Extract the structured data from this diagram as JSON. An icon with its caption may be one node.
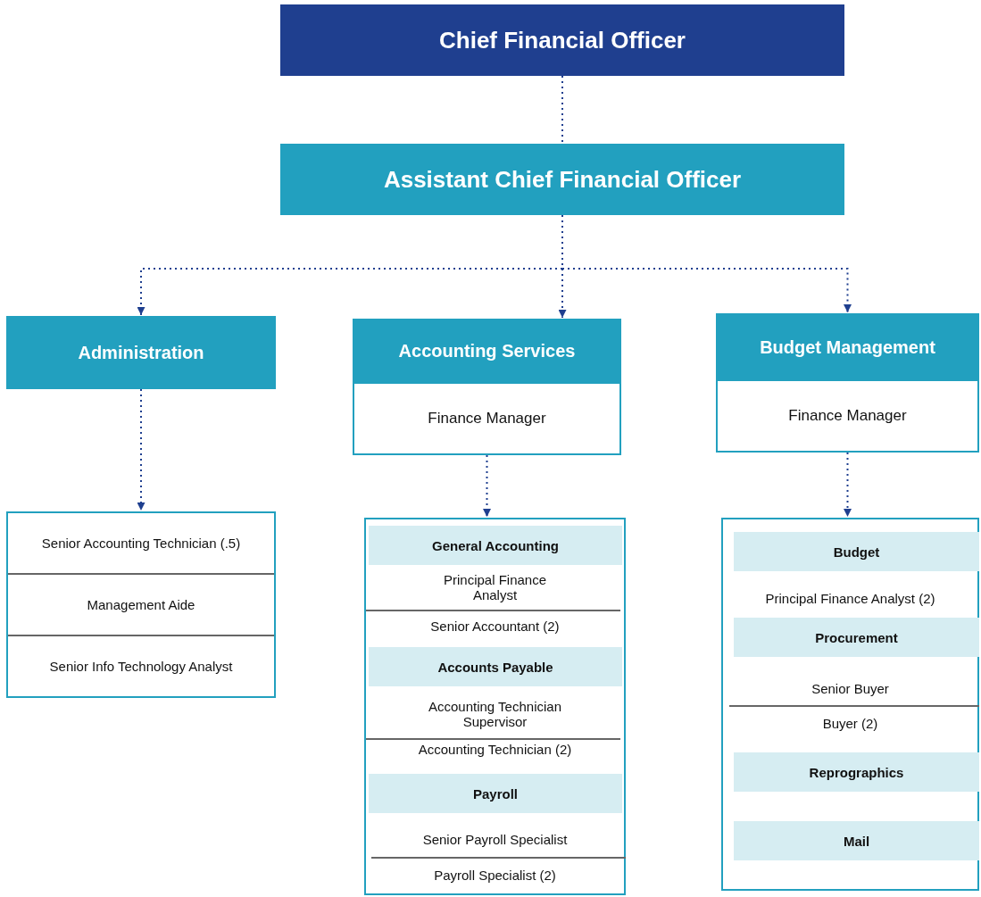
{
  "diagram": {
    "nodes": [
      {
        "text": [
          "Chief Financial Officer"
        ]
      },
      {
        "text": [
          "Assistant Chief Financial Officer"
        ]
      },
      {
        "text": [
          "Administration"
        ]
      },
      {
        "text": [
          "Accounting Services",
          "Finance Manager"
        ]
      },
      {
        "text": [
          "Budget Management",
          "Finance Manager"
        ]
      },
      {
        "text": [
          "Senior Accounting Technician (.5)",
          "Management Aide",
          "Senior Info Technology Analyst"
        ]
      },
      {
        "text": [],
        "shape": "box"
      },
      {
        "text": [
          "General Accounting"
        ],
        "in": 6
      },
      {
        "text": [
          "Accounts Payable"
        ],
        "in": 6
      },
      {
        "text": [
          "Payroll"
        ],
        "in": 6
      },
      {
        "text": [],
        "shape": "box"
      },
      {
        "text": [
          "Budget"
        ],
        "in": 10
      },
      {
        "text": [
          "Procurement"
        ],
        "in": 10
      },
      {
        "text": [
          "Reprographics"
        ],
        "in": 10
      },
      {
        "text": [
          "Mail"
        ],
        "in": 10
      }
    ],
    "edges": [
      {
        "from": 0,
        "to": 1,
        "arrow": "none"
      },
      {
        "from": 1,
        "to": 2,
        "arrow": "to"
      },
      {
        "from": 1,
        "to": 3,
        "arrow": "to"
      },
      {
        "from": 1,
        "to": 4,
        "arrow": "to"
      },
      {
        "from": 2,
        "to": 5,
        "arrow": "to"
      },
      {
        "from": 3,
        "to": 6,
        "arrow": "to"
      },
      {
        "from": 4,
        "to": 10,
        "arrow": "to"
      }
    ],
    "labels": [
      "Principal Finance Analyst",
      "Senior Accountant (2)",
      "Accounting Technician Supervisor",
      "Accounting Technician (2)",
      "Senior Payroll Specialist",
      "Payroll Specialist (2)",
      "Principal Finance Analyst (2)",
      "Senior Buyer",
      "Buyer (2)"
    ]
  }
}
